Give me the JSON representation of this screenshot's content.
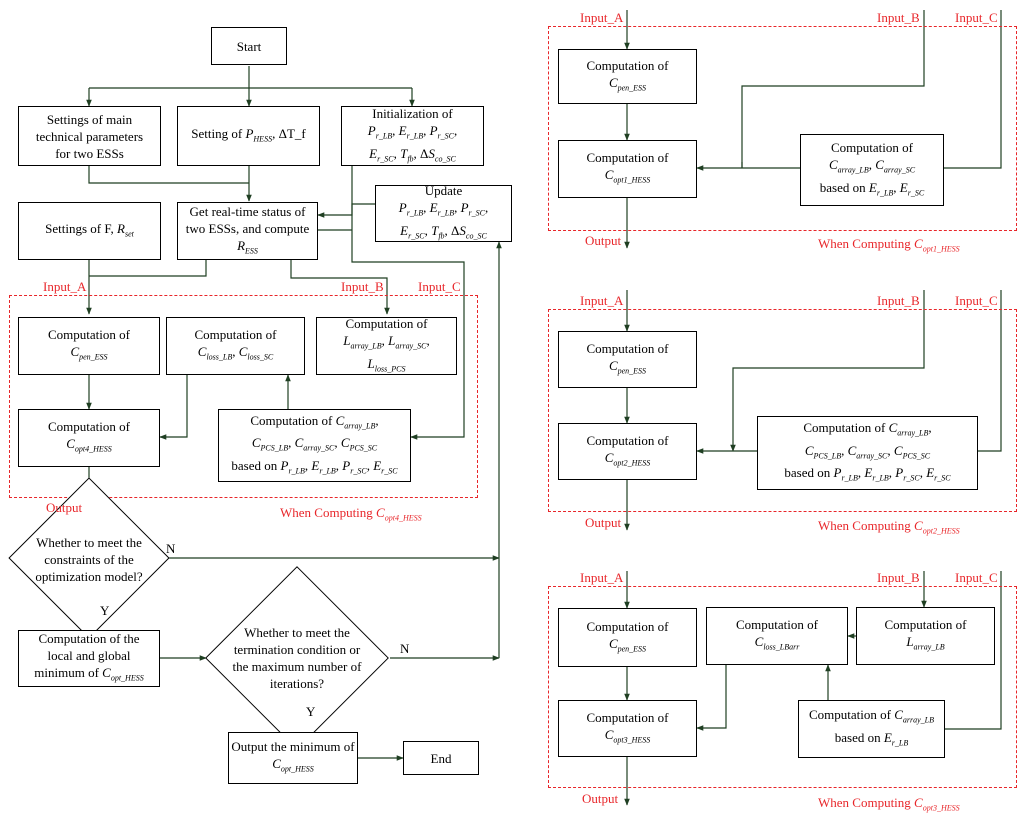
{
  "flowchart": {
    "start": "Start",
    "end": "End",
    "settings_tech": [
      "Settings of main",
      "technical parameters",
      "for two ESSs"
    ],
    "setting_p": "Setting of P_{HESS}, ΔT_f",
    "init": [
      "Initialization of",
      "P_{r_LB}, E_{r_LB}, P_{r_SC},",
      "E_{r_SC}, T_{fb}, ΔS_{co_SC}"
    ],
    "update": [
      "Update",
      "P_{r_LB}, E_{r_LB}, P_{r_SC},",
      "E_{r_SC}, T_{fb}, ΔS_{co_SC}"
    ],
    "settings_f": "Settings of F, R_{set}",
    "get_status": [
      "Get real-time status of",
      "two ESSs, and compute",
      "R_{ESS}"
    ],
    "decision1": [
      "Whether to meet the",
      "constraints of the",
      "optimization model?"
    ],
    "local_global": [
      "Computation of the",
      "local  and global",
      "minimum of C_{opt_HESS}"
    ],
    "decision2": [
      "Whether to meet the",
      "termination condition or",
      "the maximum number of",
      "iterations?"
    ],
    "output_min": [
      "Output the minimum of",
      "C_{opt_HESS}"
    ],
    "yes": "Y",
    "no": "N"
  },
  "labels": {
    "input_a": "Input_A",
    "input_b": "Input_B",
    "input_c": "Input_C",
    "output": "Output"
  },
  "panels": {
    "main": {
      "pen": [
        "Computation of",
        "C_{pen_ESS}"
      ],
      "opt": [
        "Computation of",
        "C_{opt4_HESS}"
      ],
      "loss": [
        "Computation of",
        "C_{loss_LB},   C_{loss_SC}"
      ],
      "larray": [
        "Computation of",
        "L_{array_LB}, L_{array_SC},",
        "L_{loss_PCS}"
      ],
      "carray": [
        "Computation of   C_{array_LB},",
        "C_{PCS_LB},   C_{array_SC},   C_{PCS_SC}",
        "based on P_{r_LB}, E_{r_LB}, P_{r_SC}, E_{r_SC}"
      ],
      "caption": "When Computing C_{opt4_HESS}"
    },
    "opt1": {
      "pen": [
        "Computation of",
        "C_{pen_ESS}"
      ],
      "opt": [
        "Computation of",
        "C_{opt1_HESS}"
      ],
      "carray": [
        "Computation of",
        "C_{array_LB},   C_{array_SC}",
        "based on E_{r_LB}, E_{r_SC}"
      ],
      "caption": "When Computing C_{opt1_HESS}"
    },
    "opt2": {
      "pen": [
        "Computation of",
        "C_{pen_ESS}"
      ],
      "opt": [
        "Computation of",
        "C_{opt2_HESS}"
      ],
      "carray": [
        "Computation of   C_{array_LB},",
        "C_{PCS_LB},   C_{array_SC},   C_{PCS_SC}",
        "based on P_{r_LB}, E_{r_LB}, P_{r_SC}, E_{r_SC}"
      ],
      "caption": "When Computing C_{opt2_HESS}"
    },
    "opt3": {
      "pen": [
        "Computation of",
        "C_{pen_ESS}"
      ],
      "opt": [
        "Computation of",
        "C_{opt3_HESS}"
      ],
      "closs": [
        "Computation of",
        "C_{loss_LBarr}"
      ],
      "larray": [
        "Computation of",
        "L_{array_LB}"
      ],
      "carray": [
        "Computation of   C_{array_LB}",
        "based on E_{r_LB}"
      ],
      "caption": "When Computing C_{opt3_HESS}"
    }
  },
  "colors": {
    "arrow": "#1f3f22",
    "region": "#e8262a",
    "text": "#000000"
  }
}
